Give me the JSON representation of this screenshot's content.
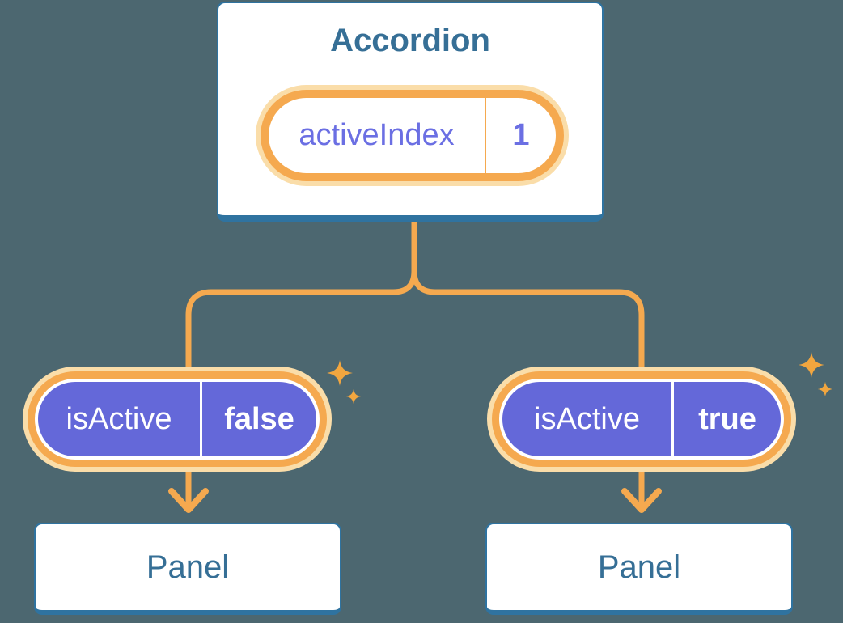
{
  "colors": {
    "background": "#4C6770",
    "card-border": "#2F73A0",
    "heading-text": "#366F96",
    "orange": "#F5A94F",
    "orange-bright": "#F2A63F",
    "glow": "#FADDA9",
    "purple-fill": "#6468D9",
    "purple-text": "#6B6FE3",
    "white": "#FFFFFF"
  },
  "accordion": {
    "title": "Accordion",
    "state": {
      "name": "activeIndex",
      "value": "1"
    }
  },
  "children": [
    {
      "prop": {
        "name": "isActive",
        "value": "false"
      },
      "panel": {
        "title": "Panel"
      }
    },
    {
      "prop": {
        "name": "isActive",
        "value": "true"
      },
      "panel": {
        "title": "Panel"
      }
    }
  ],
  "icons": {
    "sparkle": "✦"
  }
}
